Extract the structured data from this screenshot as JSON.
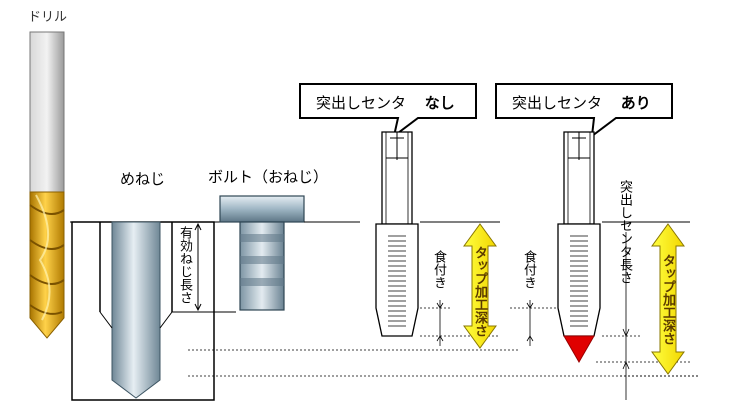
{
  "labels": {
    "drill": "ドリル",
    "female_thread": "めねじ",
    "bolt": "ボルト（おねじ）",
    "effective_thread_length": "有効ねじ長さ",
    "bite_left": "食付き",
    "bite_right": "食付き",
    "tap_depth_left": "タップ加工深さ",
    "tap_depth_right": "タップ加工深さ",
    "protruding_center_length": "突出しセンタ長さ"
  },
  "callouts": {
    "without": {
      "prefix": "突出しセンタ",
      "suffix": "なし"
    },
    "with": {
      "prefix": "突出しセンタ",
      "suffix": "あり"
    }
  },
  "colors": {
    "arrow_fill": "#ffff00",
    "tip_red": "#e00000",
    "drill_gold": "#d9a000",
    "drill_shank": "#b0b0b0",
    "bolt_steel": "#8aa6b8"
  }
}
